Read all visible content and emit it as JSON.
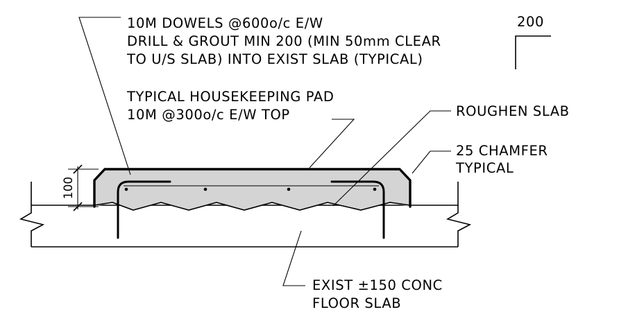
{
  "notes": {
    "dowels": {
      "line1": "10M DOWELS @600o/c E/W",
      "line2": "DRILL & GROUT MIN 200 (MIN 50mm CLEAR",
      "line3": "TO U/S SLAB) INTO EXIST SLAB (TYPICAL)"
    },
    "hook_length": "200",
    "pad": {
      "line1": "TYPICAL HOUSEKEEPING PAD",
      "line2": "10M @300o/c E/W TOP"
    },
    "roughen": "ROUGHEN SLAB",
    "chamfer": {
      "line1": "25 CHAMFER",
      "line2": "TYPICAL"
    },
    "slab": {
      "line1": "EXIST ±150 CONC",
      "line2": "FLOOR SLAB"
    },
    "pad_thickness": "100"
  },
  "colors": {
    "line": "#000000",
    "concrete_fill": "#d4d4d4",
    "background": "#ffffff"
  }
}
